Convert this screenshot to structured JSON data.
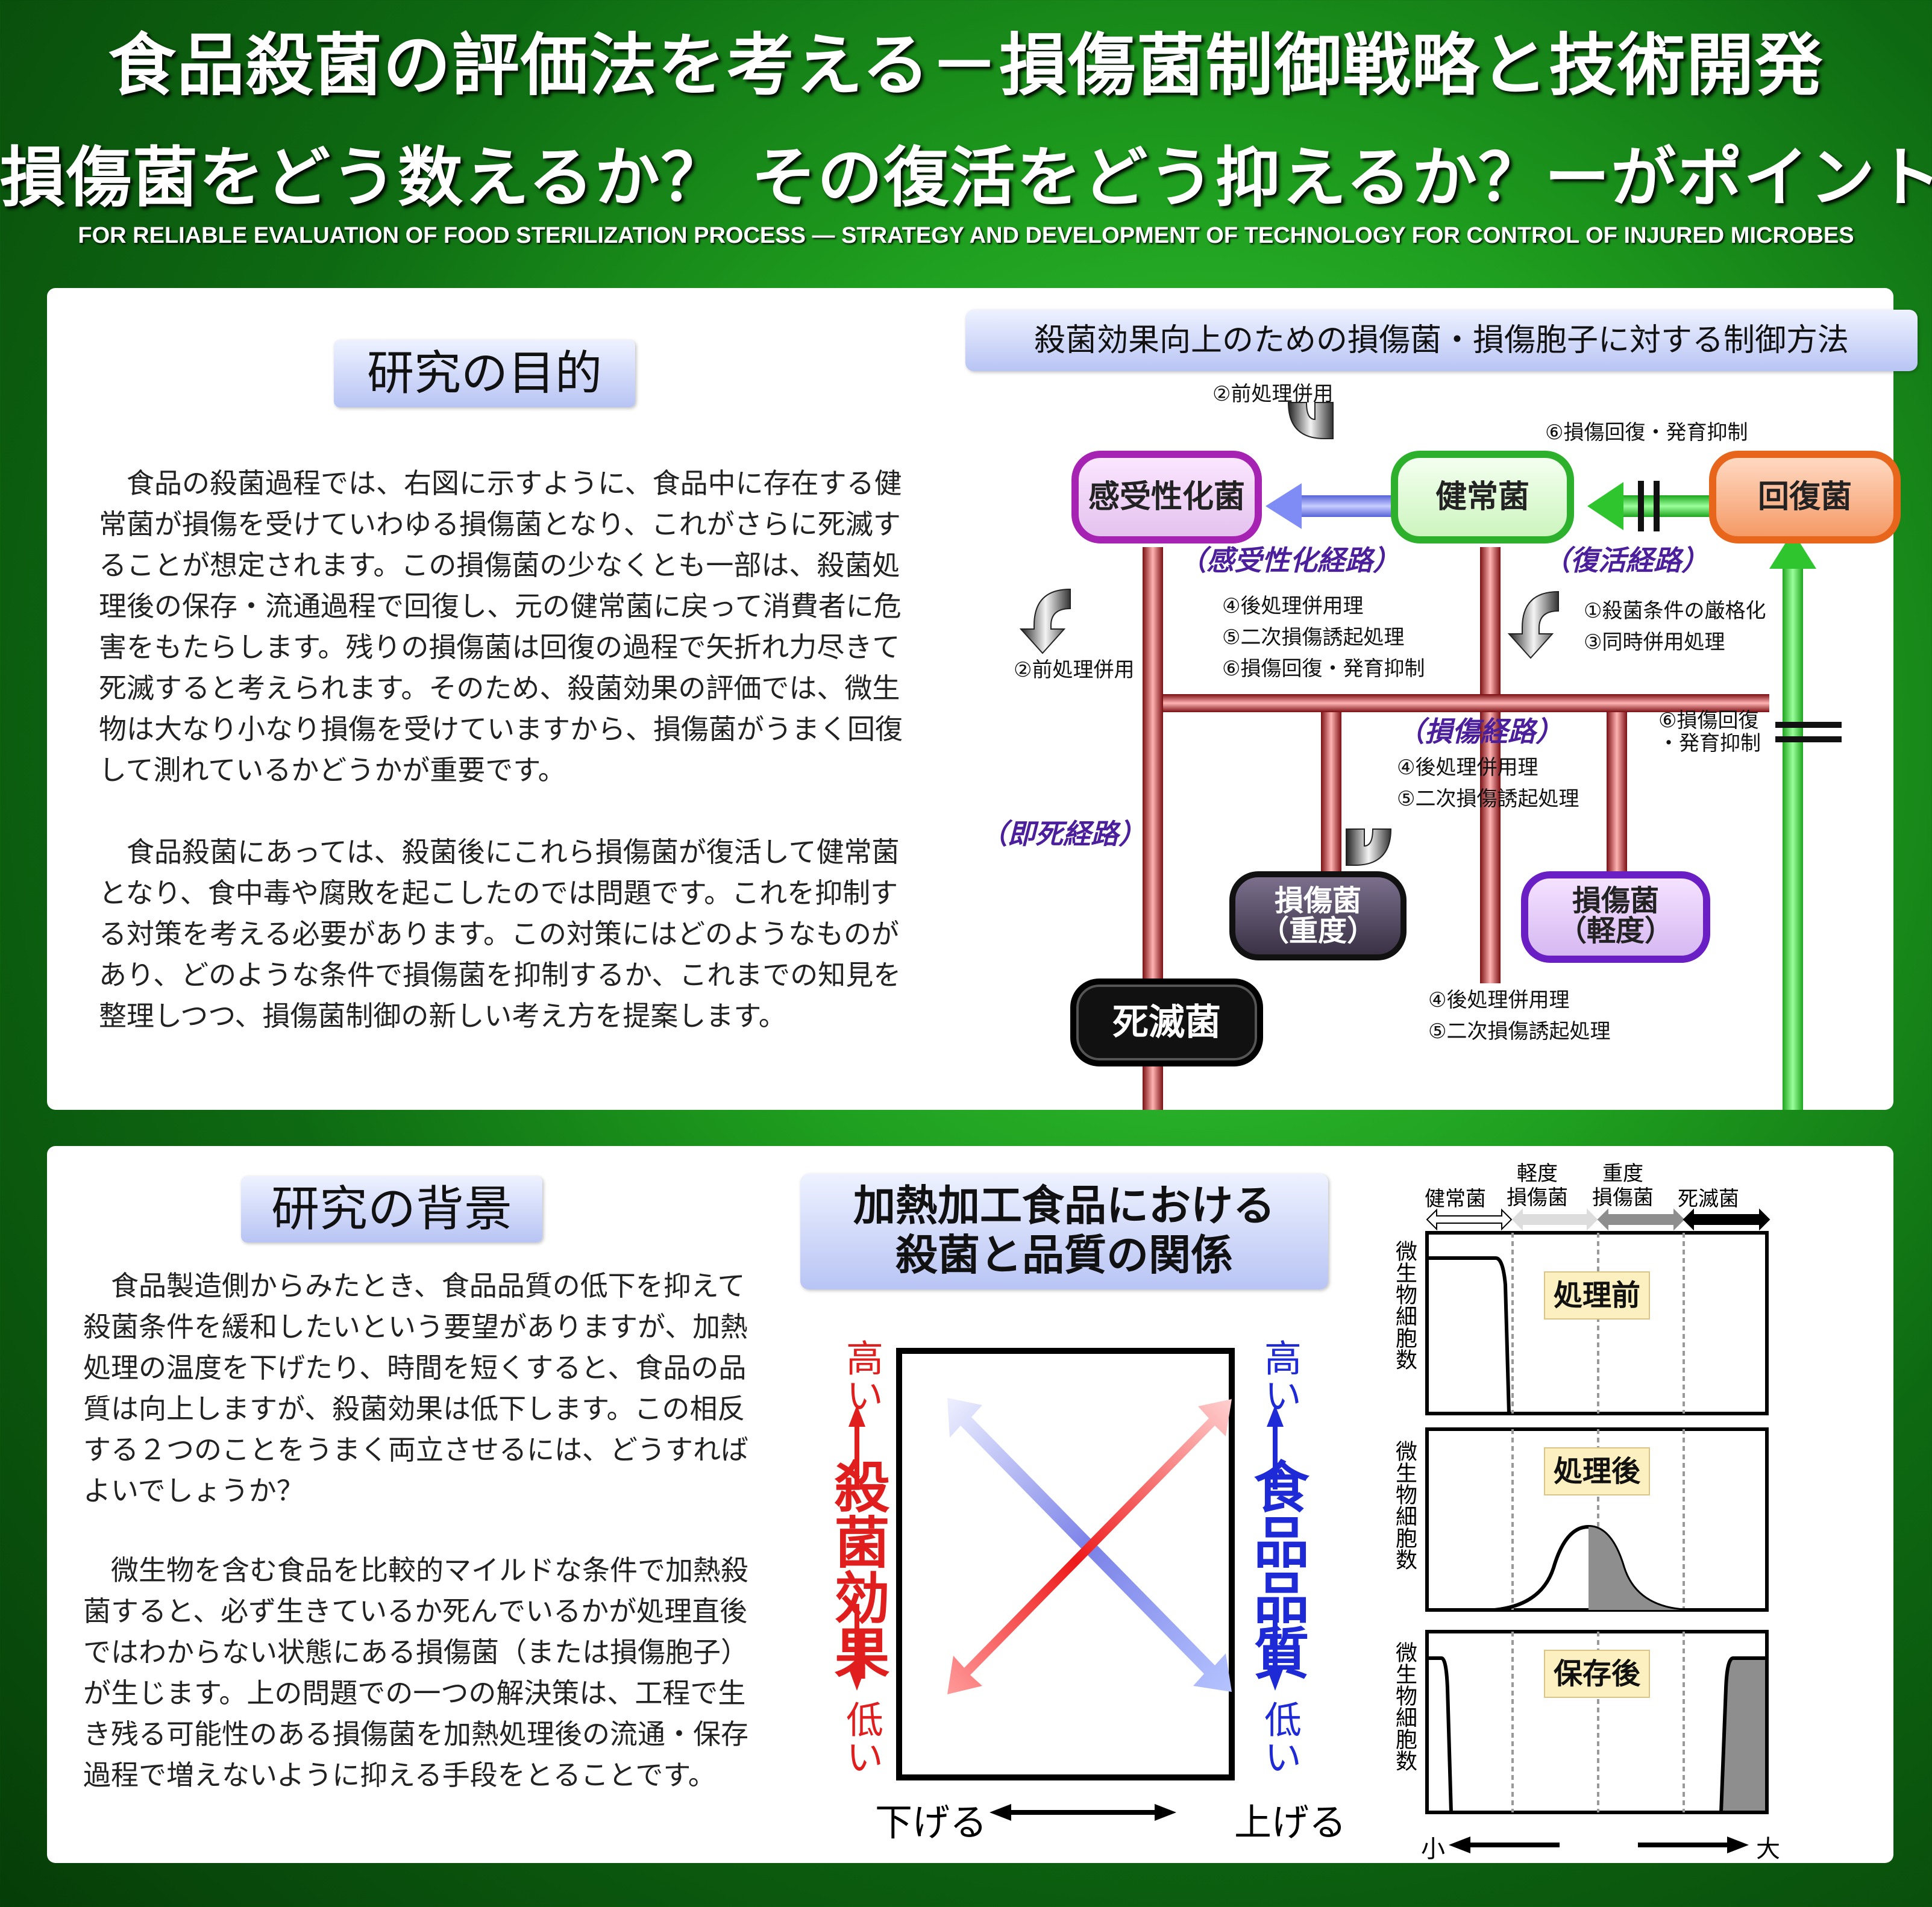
{
  "header": {
    "title": "食品殺菌の評価法を考える－損傷菌制御戦略と技術開発",
    "subtitle": "損傷菌をどう数えるか？ その復活をどう抑えるか？ーがポイント！",
    "english": "FOR RELIABLE EVALUATION OF FOOD STERILIZATION PROCESS — STRATEGY AND DEVELOPMENT OF TECHNOLOGY FOR CONTROL OF INJURED MICROBES"
  },
  "purpose": {
    "heading": "研究の目的",
    "para1": "　食品の殺菌過程では、右図に示すように、食品中に存在する健常菌が損傷を受けていわゆる損傷菌となり、これがさらに死滅することが想定されます。この損傷菌の少なくとも一部は、殺菌処理後の保存・流通過程で回復し、元の健常菌に戻って消費者に危害をもたらします。残りの損傷菌は回復の過程で矢折れ力尽きて死滅すると考えられます。そのため、殺菌効果の評価では、微生物は大なり小なり損傷を受けていますから、損傷菌がうまく回復して測れているかどうかが重要です。",
    "para2": "　食品殺菌にあっては、殺菌後にこれら損傷菌が復活して健常菌となり、食中毒や腐敗を起こしたのでは問題です。これを抑制する対策を考える必要があります。この対策にはどのようなものがあり、どのような条件で損傷菌を抑制するか、これまでの知見を整理しつつ、損傷菌制御の新しい考え方を提案します。"
  },
  "flow": {
    "title": "殺菌効果向上のための損傷菌・損傷胞子に対する制御方法",
    "nodes": {
      "sensitized": "感受性化菌",
      "healthy": "健常菌",
      "recovered": "回復菌",
      "severe_1": "損傷菌",
      "severe_2": "（重度）",
      "mild_1": "損傷菌",
      "mild_2": "（軽度）",
      "dead": "死滅菌"
    },
    "routes": {
      "sensitization": "（感受性化経路）",
      "revival": "（復活経路）",
      "injury": "（損傷経路）",
      "instant_death": "（即死経路）"
    },
    "labels": {
      "pre_top": "②前処理併用",
      "recovery_top": "⑥損傷回復・発育抑制",
      "pre_left": "②前処理併用",
      "mid_1": "④後処理併用理",
      "mid_2": "⑤二次損傷誘起処理",
      "mid_3": "⑥損傷回復・発育抑制",
      "right_1": "①殺菌条件の厳格化",
      "right_2": "③同時併用処理",
      "side_1": "⑥損傷回復",
      "side_2": "・発育抑制",
      "inj_1": "④後処理併用理",
      "inj_2": "⑤二次損傷誘起処理",
      "bot_1": "④後処理併用理",
      "bot_2": "⑤二次損傷誘起処理"
    },
    "colors": {
      "red": "#c0282c",
      "green": "#3ad63a",
      "blue": "#7f8cf5",
      "magenta": "#c63fd0"
    }
  },
  "background": {
    "heading": "研究の背景",
    "para1": "　食品製造側からみたとき、食品品質の低下を抑えて殺菌条件を緩和したいという要望がありますが、加熱処理の温度を下げたり、時間を短くすると、食品の品質は向上しますが、殺菌効果は低下します。この相反する２つのことをうまく両立させるには、どうすればよいでしょうか？",
    "para2": "　微生物を含む食品を比較的マイルドな条件で加熱殺菌すると、必ず生きているか死んでいるかが処理直後ではわからない状態にある損傷菌（または損傷胞子）が生じます。上の問題での一つの解決策は、工程で生き残る可能性のある損傷菌を加熱処理後の流通・保存過程で増えないように抑える手段をとることです。"
  },
  "quality": {
    "title_1": "加熱加工食品における",
    "title_2": "殺菌と品質の関係",
    "left_high": "高い",
    "left_label": "殺菌効果",
    "left_low": "低い",
    "right_high": "高い",
    "right_label": "食品品質",
    "right_low": "低い",
    "x_left": "下げる",
    "x_right": "上げる",
    "colors": {
      "sterilization": "#e01e1e",
      "quality": "#1e2ad6"
    }
  },
  "distribution": {
    "cats": [
      "健常菌",
      "軽度\n損傷菌",
      "重度\n損傷菌",
      "死滅菌"
    ],
    "ylabel": "微生物細胞数",
    "panels": [
      "処理前",
      "処理後",
      "保存後"
    ],
    "x_small": "小",
    "x_large": "大"
  }
}
